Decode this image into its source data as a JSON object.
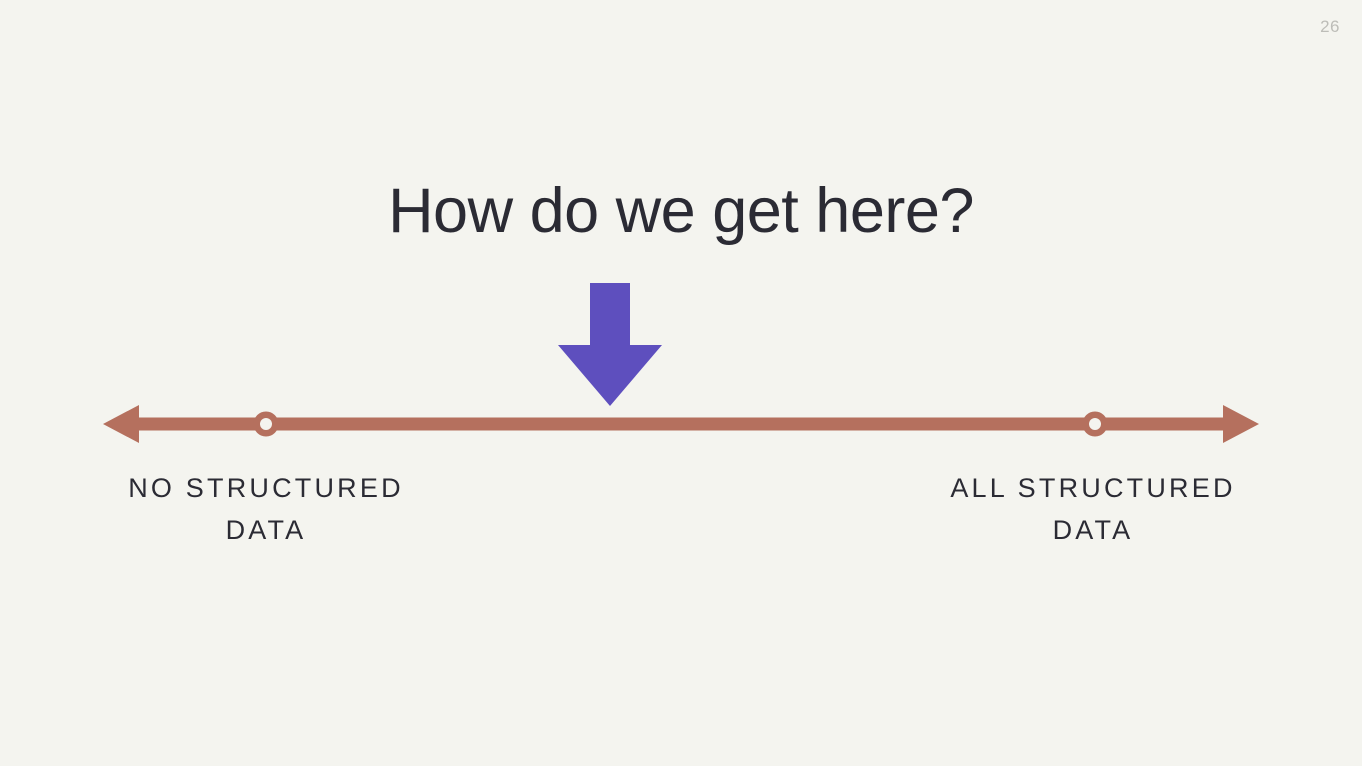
{
  "slide": {
    "page_number": "26",
    "background_color": "#f4f4ef",
    "title": "How do we get here?",
    "title_color": "#2b2b34"
  },
  "spectrum": {
    "line_color": "#b5705e",
    "marker_fill": "#f4f4ef",
    "left_label_line1": "NO STRUCTURED",
    "left_label_line2": "DATA",
    "right_label_line1": "ALL STRUCTURED",
    "right_label_line2": "DATA",
    "label_color": "#2b2b34"
  },
  "pointer": {
    "color": "#5e4fbe",
    "direction": "down"
  }
}
